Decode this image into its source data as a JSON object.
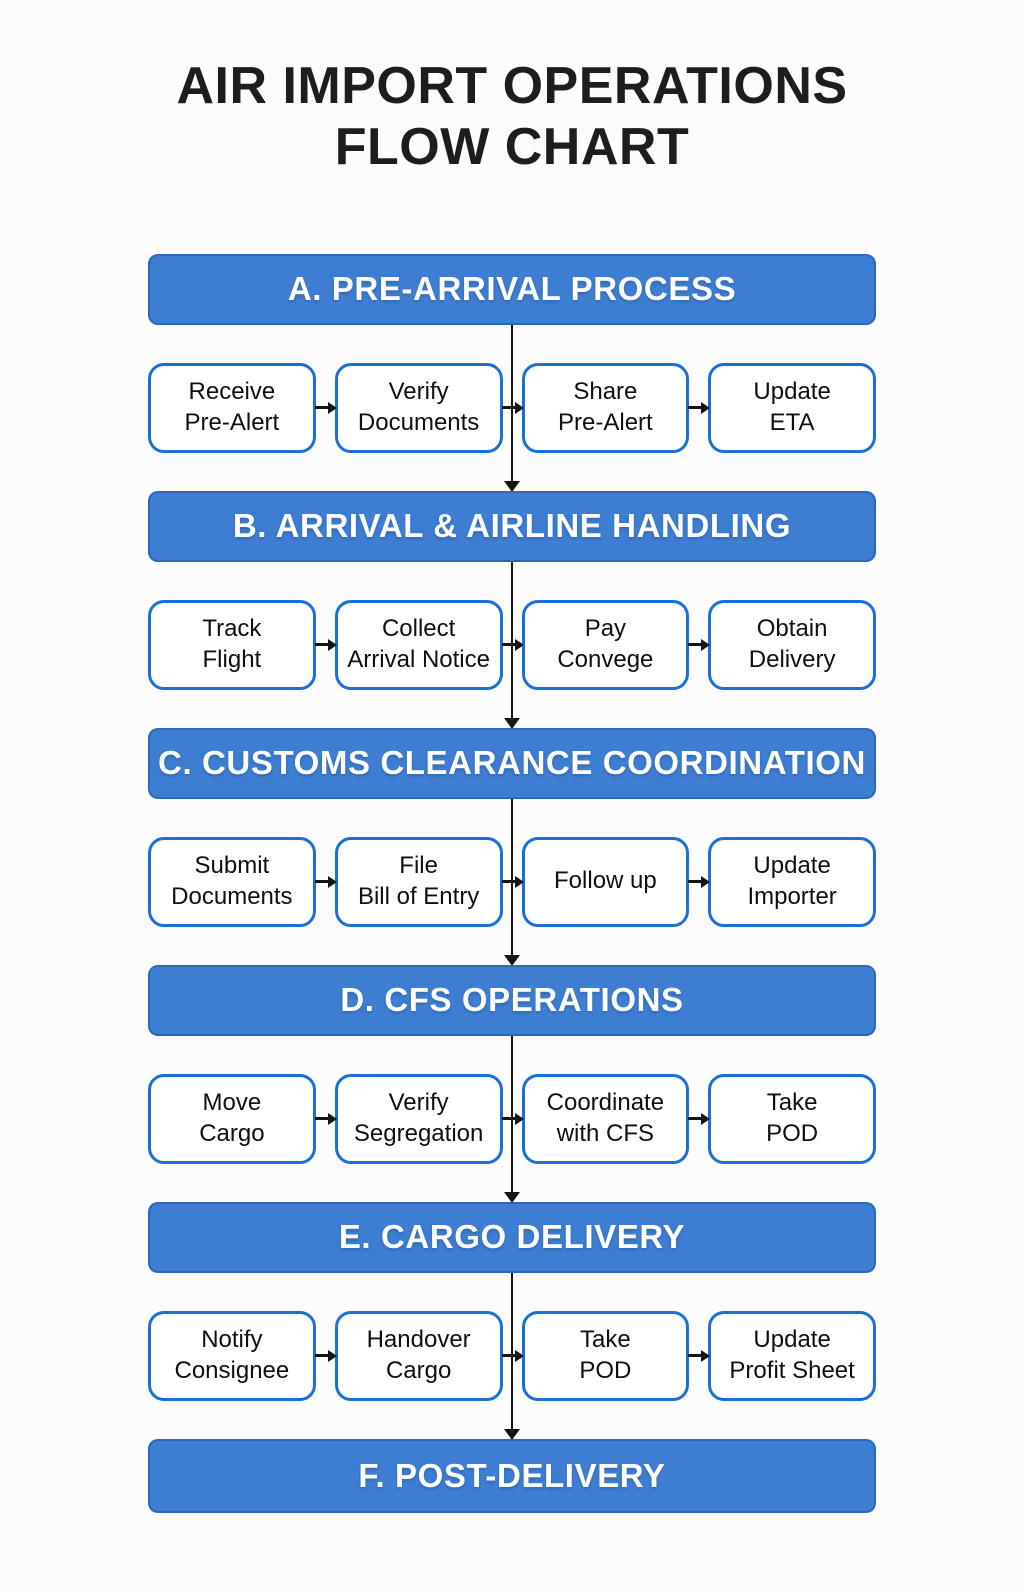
{
  "title": "AIR IMPORT OPERATIONS\nFLOW CHART",
  "colors": {
    "header_blue": "#3D7ED3",
    "box_border_blue": "#1B6FD8",
    "connector_black": "#151515",
    "background": "#fcfcfc"
  },
  "sections": [
    {
      "id": "A",
      "header": "A. PRE-ARRIVAL PROCESS",
      "steps": [
        "Receive\nPre-Alert",
        "Verify\nDocuments",
        "Share\nPre-Alert",
        "Update\nETA"
      ]
    },
    {
      "id": "B",
      "header": "B. ARRIVAL & AIRLINE HANDLING",
      "steps": [
        "Track\nFlight",
        "Collect\nArrival Notice",
        "Pay\nConvege",
        "Obtain\nDelivery"
      ]
    },
    {
      "id": "C",
      "header": "C. CUSTOMS CLEARANCE COORDINATION",
      "steps": [
        "Submit\nDocuments",
        "File\nBill of Entry",
        "Follow up",
        "Update\nImporter"
      ]
    },
    {
      "id": "D",
      "header": "D. CFS OPERATIONS",
      "steps": [
        "Move\nCargo",
        "Verify\nSegregation",
        "Coordinate\nwith CFS",
        "Take\nPOD"
      ]
    },
    {
      "id": "E",
      "header": "E. CARGO DELIVERY",
      "steps": [
        "Notify\nConsignee",
        "Handover\nCargo",
        "Take\nPOD",
        "Update\nProfit Sheet"
      ]
    },
    {
      "id": "F",
      "header": "F. POST-DELIVERY",
      "steps": []
    }
  ]
}
